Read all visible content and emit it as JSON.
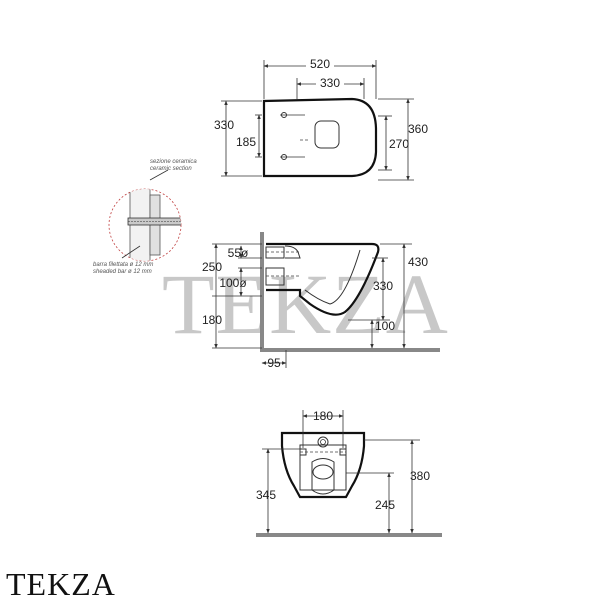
{
  "top_view": {
    "width_total": "520",
    "width_inner": "330",
    "height_left": "330",
    "height_left_inner": "185",
    "height_right": "360",
    "height_right_inner": "270"
  },
  "detail": {
    "note_1": "sezione ceramica",
    "note_2": "ceramic section",
    "note_3": "barra filettata ø 12 mm",
    "note_4": "sheaded bar ø 12 mm"
  },
  "side_view": {
    "left_250": "250",
    "left_55": "55ø",
    "left_100": "100ø",
    "left_180": "180",
    "right_430": "430",
    "right_330": "330",
    "right_100": "100",
    "bottom_95": "95"
  },
  "front_view": {
    "top_180": "180",
    "left_345": "345",
    "right_380": "380",
    "right_245": "245"
  },
  "watermark": "TEKZA",
  "brand": "TEKZA",
  "colors": {
    "line": "#333333",
    "watermark": "#c8c8c8",
    "floor": "#888888"
  }
}
